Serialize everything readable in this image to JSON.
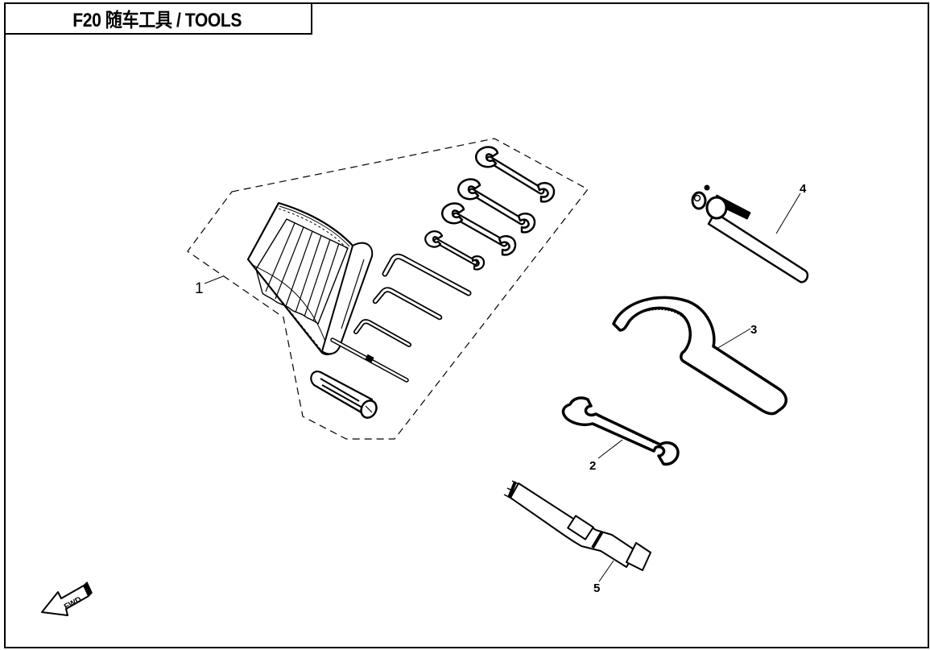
{
  "title": {
    "model_code": "F20",
    "text": "F20 随车工具 / TOOLS",
    "name_cn": "随车工具",
    "name_en": "TOOLS"
  },
  "callouts": [
    {
      "number": "1",
      "part": "tool-kit-group"
    },
    {
      "number": "2",
      "part": "double-open-end-wrench"
    },
    {
      "number": "3",
      "part": "hook-spanner-wrench"
    },
    {
      "number": "4",
      "part": "socket-handle-bar"
    },
    {
      "number": "5",
      "part": "spark-plug-socket-wrench"
    }
  ],
  "tool_kit_contents": [
    "tool-roll-pouch",
    "open-end-wrench-large",
    "open-end-wrench-medium-1",
    "open-end-wrench-medium-2",
    "open-end-wrench-small",
    "hex-key-large",
    "hex-key-medium",
    "hex-key-small",
    "screwdriver-shaft",
    "screwdriver-handle"
  ],
  "direction_indicator": {
    "label": "FWD"
  },
  "colors": {
    "line": "#000000",
    "background": "#ffffff"
  }
}
